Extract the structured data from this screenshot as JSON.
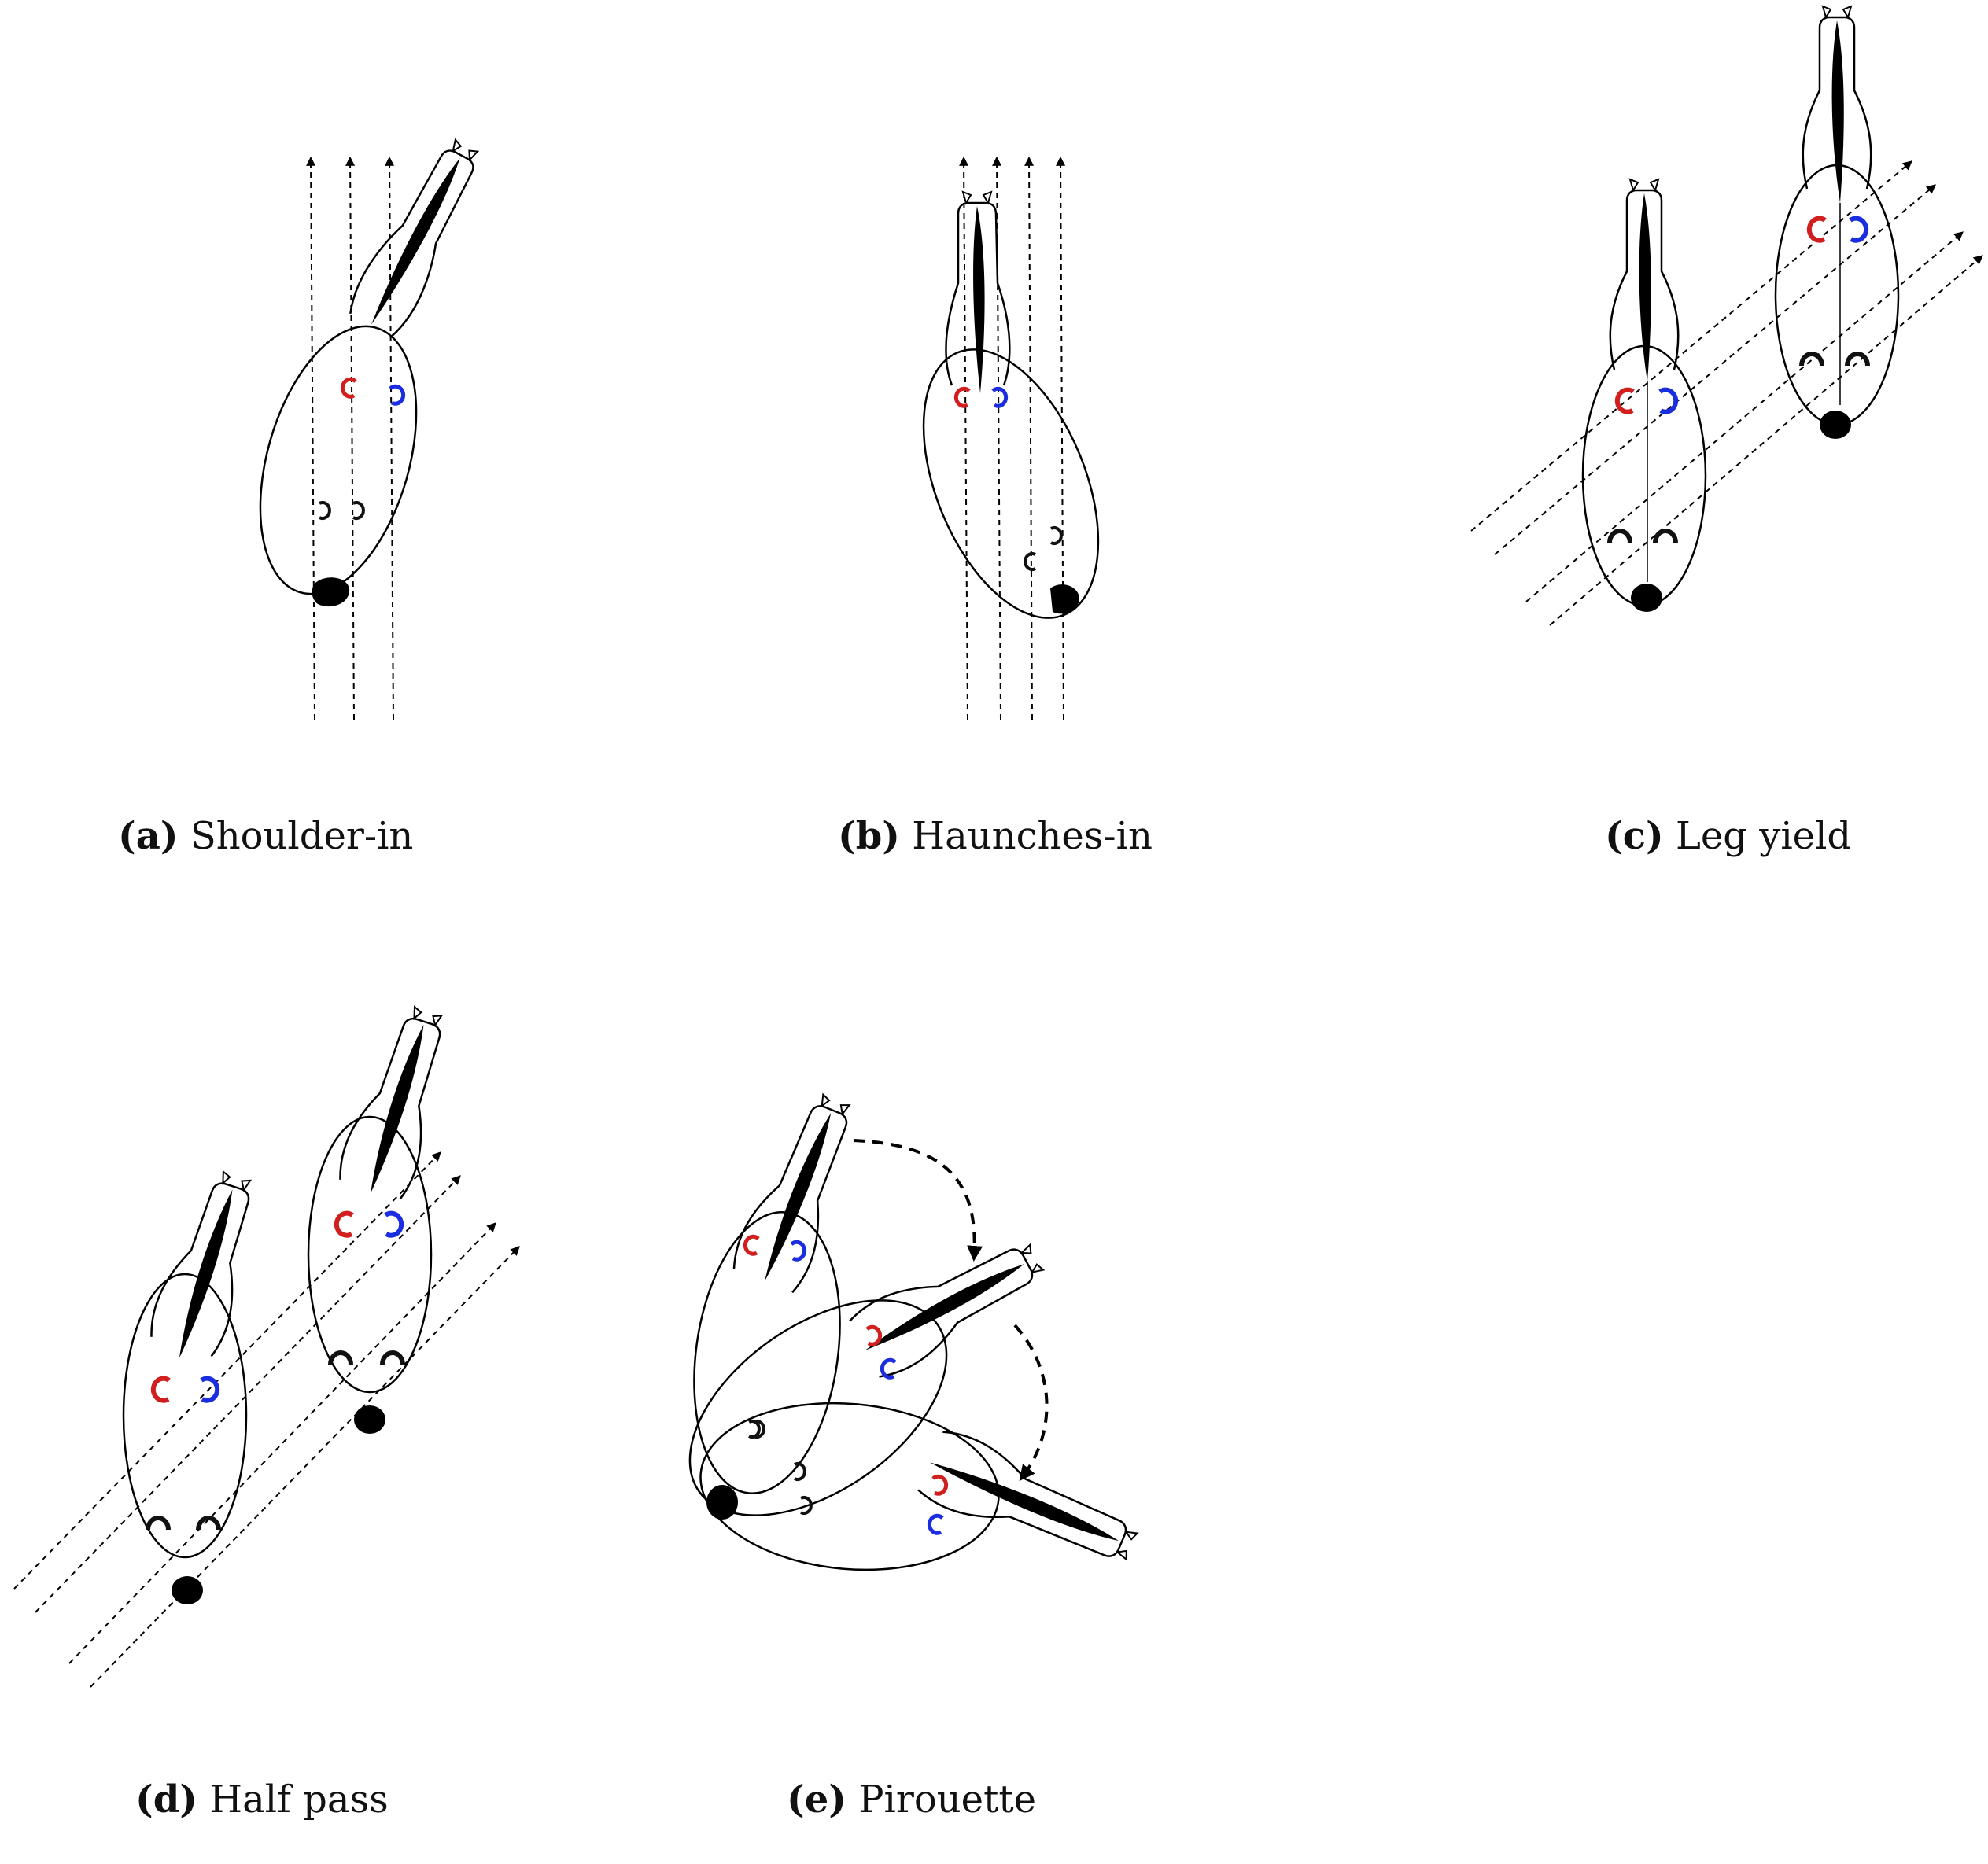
{
  "colors": {
    "outline": "#000000",
    "mane": "#000000",
    "left_fore_shoe": "#d11f1f",
    "right_fore_shoe": "#1a2ee0",
    "hind_shoe": "#111111",
    "track_line": "#000000"
  },
  "panels": [
    {
      "letter": "a",
      "name": "Shoulder-in"
    },
    {
      "letter": "b",
      "name": "Haunches-in"
    },
    {
      "letter": "c",
      "name": "Leg yield"
    },
    {
      "letter": "d",
      "name": "Half pass"
    },
    {
      "letter": "e",
      "name": "Pirouette"
    }
  ],
  "icons": {
    "horse": "horse-top-view-icon",
    "shoe": "horseshoe-icon",
    "tail": "tail-icon",
    "track": "hoof-track-arrow",
    "turn": "curved-dashed-arrow-icon"
  }
}
